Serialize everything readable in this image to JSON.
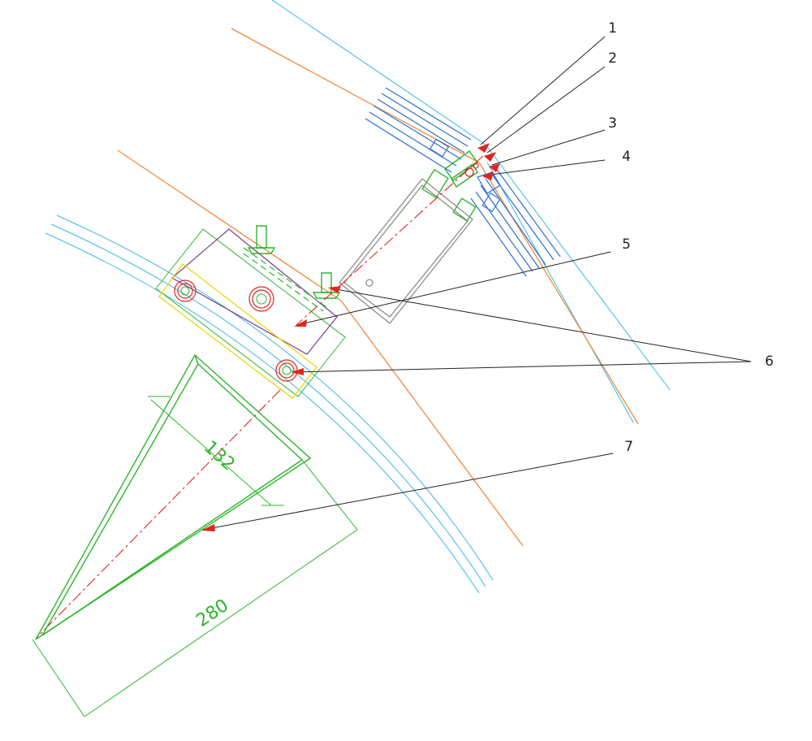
{
  "callouts": [
    "1",
    "2",
    "3",
    "4",
    "5",
    "6",
    "7"
  ],
  "dimensions": {
    "depth": "132",
    "length": "280"
  },
  "colors": {
    "glass_edge": "#38b8e6",
    "axis_line": "#f08a3c",
    "sealant_hatch": "#2f6fd0",
    "bracket": "#2db52d",
    "aluminium_profile": "#8c8c8c",
    "fixing_plate": "#7a3b8f",
    "embed_plate": "#e8d600",
    "anchor_bolt": "#e0261f",
    "leader_arrow": "#e0261f"
  }
}
